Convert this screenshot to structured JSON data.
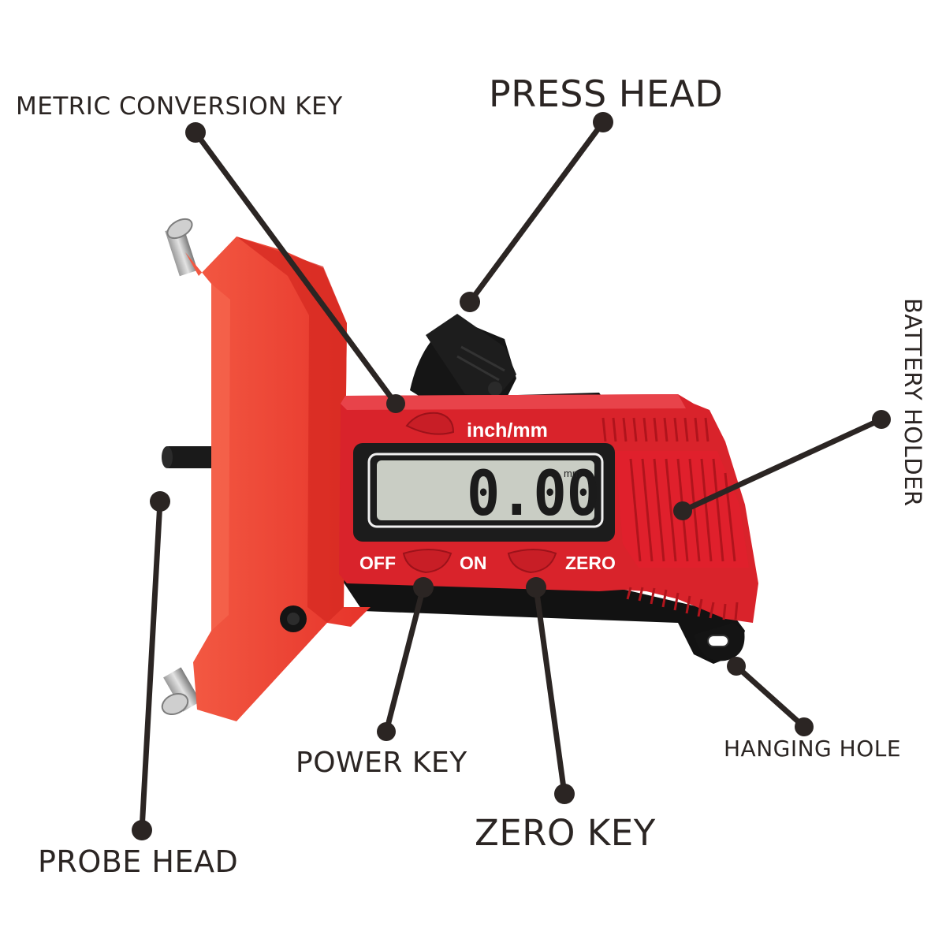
{
  "labels": {
    "metric_conversion_key": "METRIC CONVERSION KEY",
    "press_head": "PRESS HEAD",
    "battery_holder": "BATTERY HOLDER",
    "power_key": "POWER KEY",
    "zero_key": "ZERO KEY",
    "probe_head": "PROBE HEAD",
    "hanging_hole": "HANGING HOLE"
  },
  "device": {
    "unit_button_label": "inch/mm",
    "off_label": "OFF",
    "on_label": "ON",
    "zero_label": "ZERO",
    "display_value": "0.00",
    "display_unit": "mm"
  },
  "colors": {
    "body_red": "#d9232b",
    "plate_red": "#f0402e",
    "callout": "#2b2523",
    "lcd_bg": "#c9cdc4"
  }
}
